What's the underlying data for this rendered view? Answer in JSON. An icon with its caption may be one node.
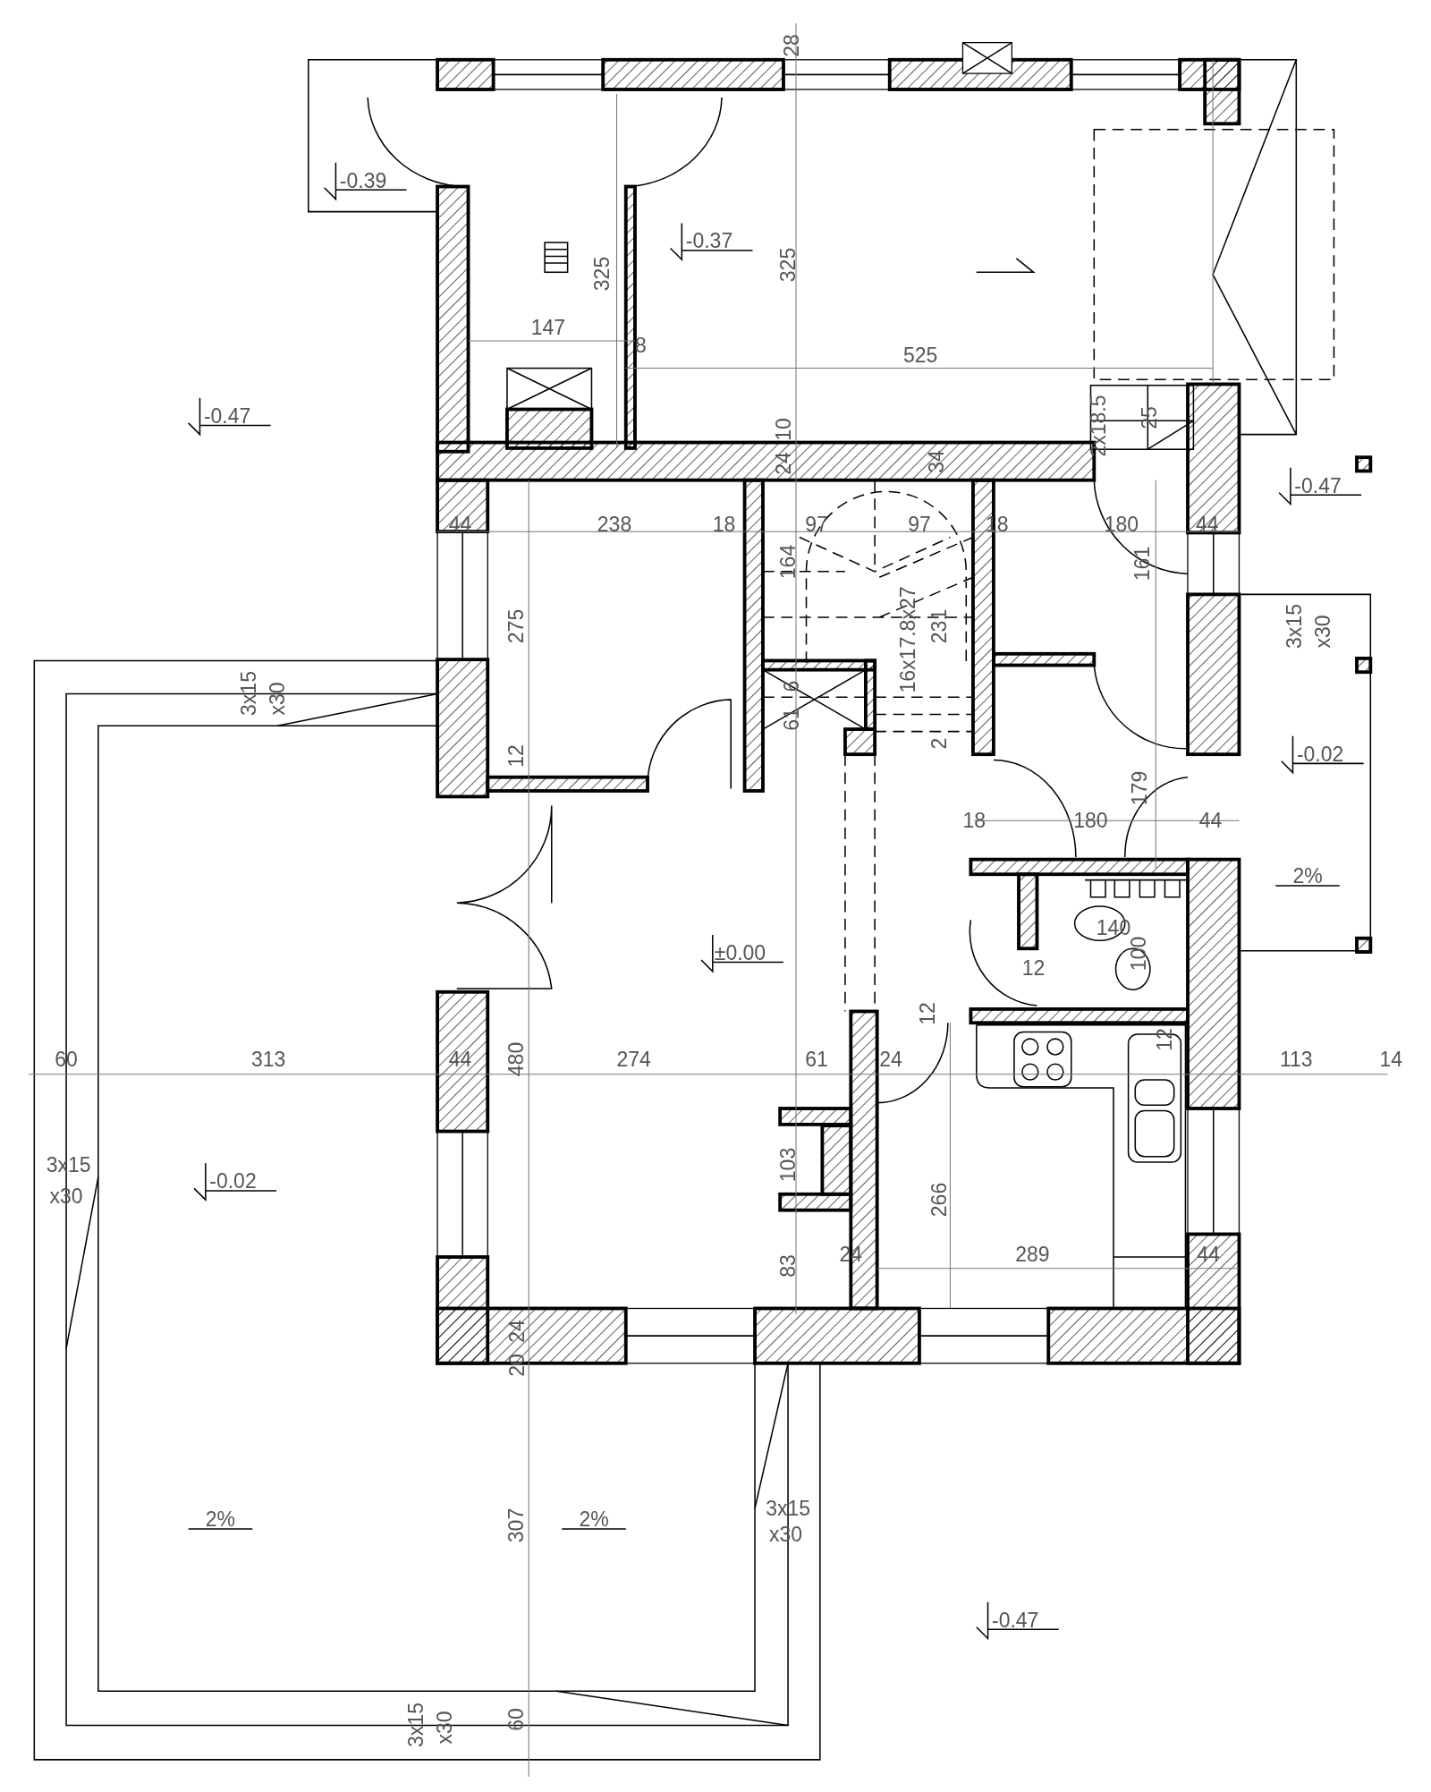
{
  "diagram": {
    "labels": [
      "28",
      "-0.39",
      "-0.37",
      "325",
      "325",
      "147",
      "8",
      "525",
      "-0.47",
      "2x18.5",
      "25",
      "10",
      "24",
      "34",
      "-0.47",
      "44",
      "238",
      "18",
      "97",
      "97",
      "18",
      "180",
      "44",
      "164",
      "161",
      "275",
      "16x17.8x27",
      "231",
      "3x15",
      "x30",
      "3x15",
      "x30",
      "6",
      "61",
      "2",
      "12",
      "-0.02",
      "179",
      "18",
      "180",
      "44",
      "2%",
      "140",
      "±0.00",
      "100",
      "12",
      "12",
      "12",
      "60",
      "313",
      "44",
      "480",
      "274",
      "61",
      "24",
      "113",
      "14",
      "3x15",
      "x30",
      "-0.02",
      "103",
      "266",
      "24",
      "289",
      "44",
      "83",
      "24",
      "20",
      "2%",
      "307",
      "2%",
      "3x15",
      "x30",
      "-0.47",
      "3x15",
      "x30",
      "60"
    ]
  }
}
